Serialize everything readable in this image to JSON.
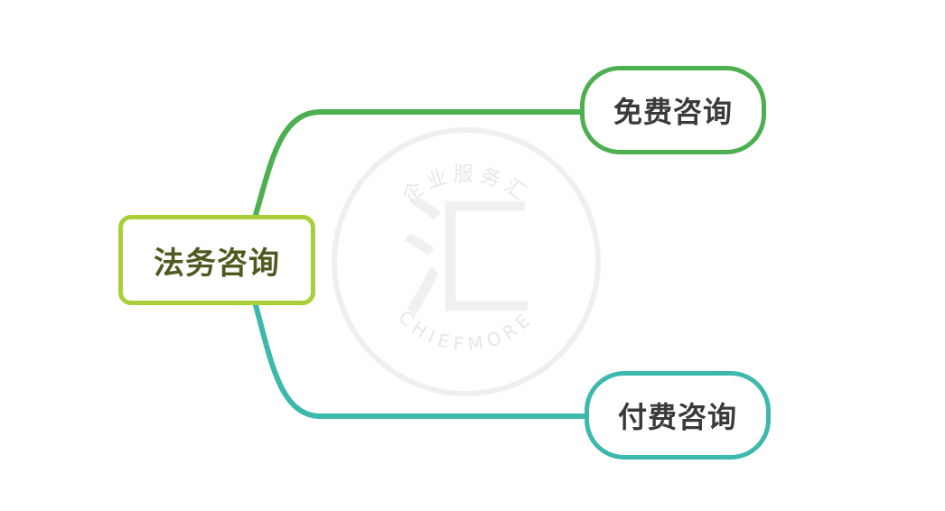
{
  "diagram": {
    "type": "mind-map",
    "root": {
      "label": "法务咨询",
      "border_color": "#a9cf38"
    },
    "children": [
      {
        "label": "免费咨询",
        "border_color": "#4caf50"
      },
      {
        "label": "付费咨询",
        "border_color": "#3db8ac"
      }
    ],
    "edges": [
      {
        "from": "法务咨询",
        "to": "免费咨询",
        "color": "#4caf50"
      },
      {
        "from": "法务咨询",
        "to": "付费咨询",
        "color": "#3db8ac"
      }
    ]
  },
  "watermark": {
    "top_text": "企业服务汇",
    "bottom_text": "CHIEFMORE",
    "glyph": "汇",
    "color": "#eeeeee"
  }
}
